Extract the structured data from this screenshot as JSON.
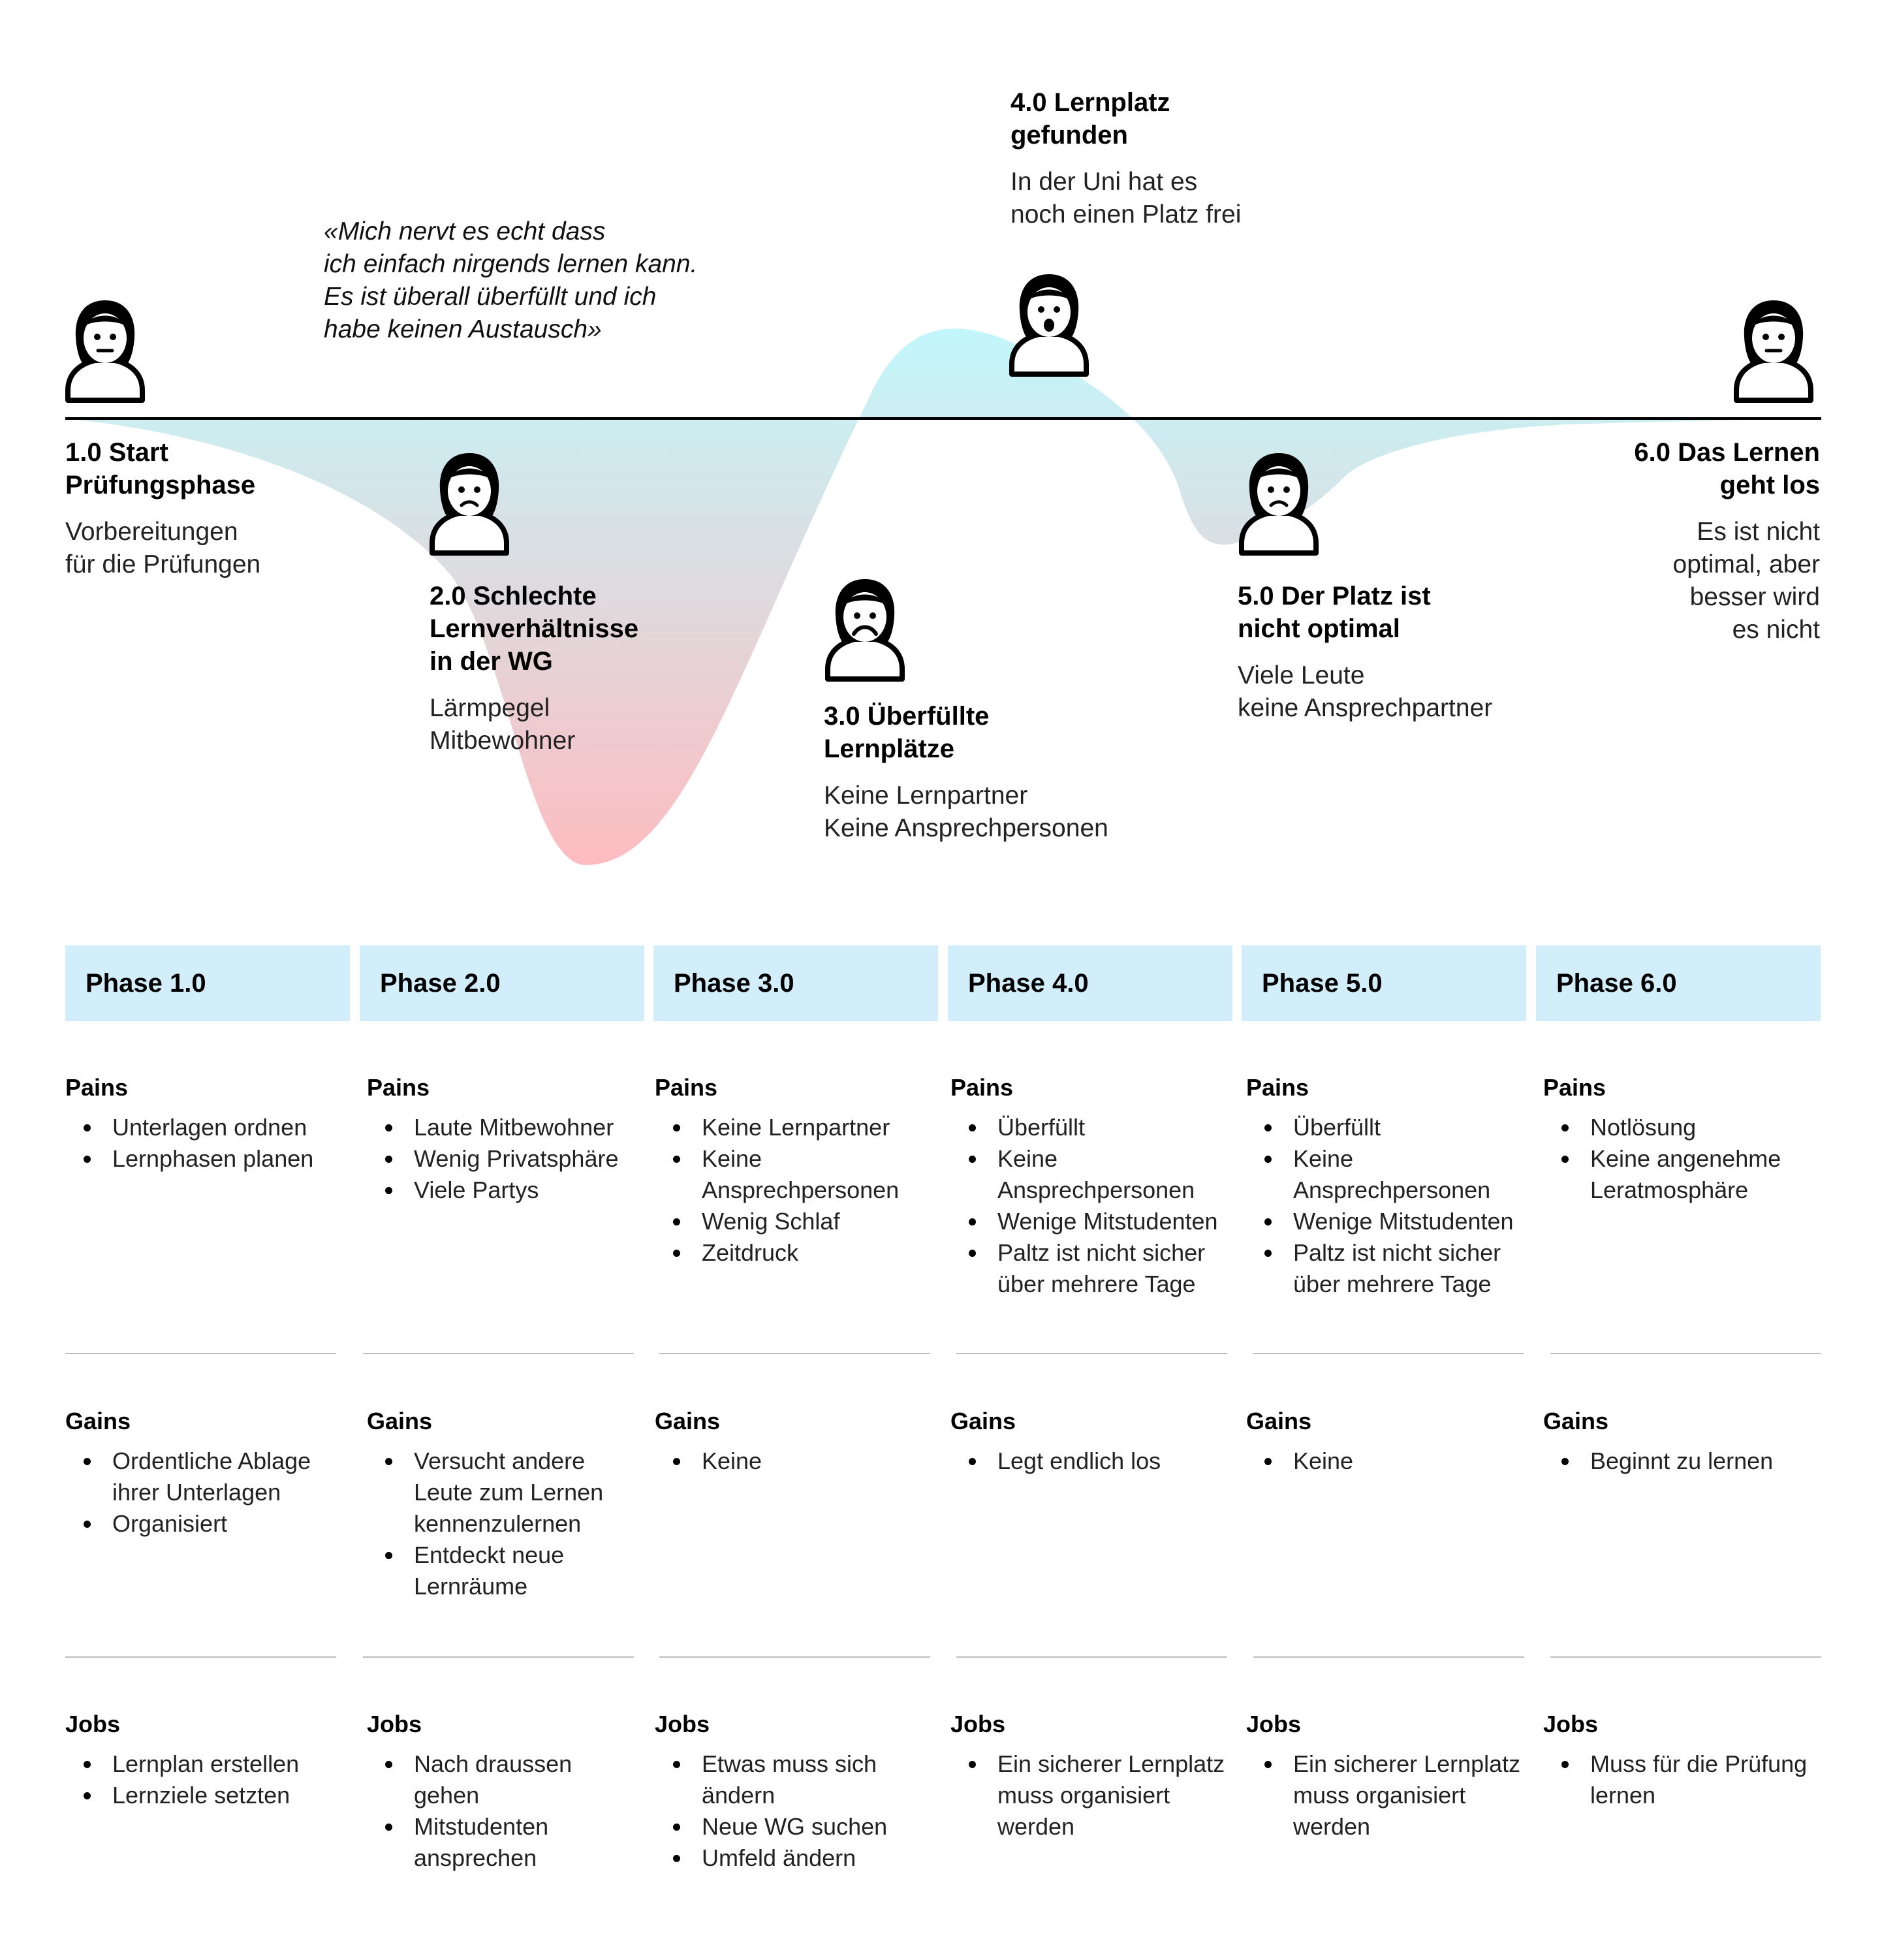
{
  "quote": {
    "lines": [
      "«Mich nervt es echt dass",
      "ich einfach nirgends lernen kann.",
      "Es ist überall überfüllt und ich",
      "habe keinen Austausch»"
    ]
  },
  "stages": [
    {
      "title_lines": [
        "1.0 Start",
        "Prüfungsphase"
      ],
      "desc_lines": [
        "Vorbereitungen",
        "für die Prüfungen"
      ],
      "mood": "neutral",
      "level": 0.05
    },
    {
      "title_lines": [
        "2.0 Schlechte",
        "Lernverhältnisse",
        "in der WG"
      ],
      "desc_lines": [
        "Lärmpegel",
        "Mitbewohner"
      ],
      "mood": "sad",
      "level": -0.9
    },
    {
      "title_lines": [
        "3.0 Überfüllte",
        "Lernplätze"
      ],
      "desc_lines": [
        "Keine Lernpartner",
        "Keine Ansprechpersonen"
      ],
      "mood": "frowning",
      "level": -0.6
    },
    {
      "title_lines": [
        "4.0 Lernplatz",
        "gefunden"
      ],
      "desc_lines": [
        "In der Uni hat es",
        "noch einen Platz frei"
      ],
      "mood": "surprised",
      "level": 0.35
    },
    {
      "title_lines": [
        "5.0 Der Platz ist",
        "nicht optimal"
      ],
      "desc_lines": [
        "Viele Leute",
        "keine Ansprechpartner"
      ],
      "mood": "sad",
      "level": -0.25
    },
    {
      "title_lines": [
        "6.0 Das Lernen",
        "geht los"
      ],
      "desc_lines": [
        "Es ist nicht",
        "optimal, aber",
        "besser wird",
        "es nicht"
      ],
      "mood": "neutral",
      "level": 0.0
    }
  ],
  "colors": {
    "curve_top": "#c2f7fb",
    "curve_bottom": "#fdbcc0",
    "phase_header_bg": "#d2eefb",
    "divider": "#bdbdbd"
  },
  "phases": [
    {
      "label": "Phase 1.0",
      "pains_title": "Pains",
      "pains": [
        "Unterlagen ordnen",
        "Lernphasen planen"
      ],
      "gains_title": "Gains",
      "gains": [
        "Ordentliche Ablage ihrer Unterlagen",
        "Organisiert"
      ],
      "jobs_title": "Jobs",
      "jobs": [
        "Lernplan erstellen",
        "Lernziele setzten"
      ]
    },
    {
      "label": "Phase 2.0",
      "pains_title": "Pains",
      "pains": [
        "Laute Mitbewohner",
        "Wenig Privatsphäre",
        "Viele Partys"
      ],
      "gains_title": "Gains",
      "gains": [
        "Versucht andere Leute zum Lernen kennenzulernen",
        "Entdeckt neue Lernräume"
      ],
      "jobs_title": "Jobs",
      "jobs": [
        "Nach draussen gehen",
        "Mitstudenten ansprechen"
      ]
    },
    {
      "label": "Phase 3.0",
      "pains_title": "Pains",
      "pains": [
        "Keine Lernpartner",
        "Keine Ansprechpersonen",
        "Wenig Schlaf",
        "Zeitdruck"
      ],
      "gains_title": "Gains",
      "gains": [
        "Keine"
      ],
      "jobs_title": "Jobs",
      "jobs": [
        "Etwas muss sich ändern",
        "Neue WG suchen",
        "Umfeld ändern"
      ]
    },
    {
      "label": "Phase 4.0",
      "pains_title": "Pains",
      "pains": [
        "Überfüllt",
        "Keine Ansprechpersonen",
        "Wenige Mitstudenten",
        "Paltz ist nicht sicher über mehrere Tage"
      ],
      "gains_title": "Gains",
      "gains": [
        "Legt endlich los"
      ],
      "jobs_title": "Jobs",
      "jobs": [
        "Ein sicherer Lernplatz muss organisiert werden"
      ]
    },
    {
      "label": "Phase 5.0",
      "pains_title": "Pains",
      "pains": [
        "Überfüllt",
        "Keine Ansprechpersonen",
        "Wenige Mitstudenten",
        "Paltz ist nicht sicher über mehrere Tage"
      ],
      "gains_title": "Gains",
      "gains": [
        "Keine"
      ],
      "jobs_title": "Jobs",
      "jobs": [
        "Ein sicherer Lernplatz muss organisiert werden"
      ]
    },
    {
      "label": "Phase 6.0",
      "pains_title": "Pains",
      "pains": [
        "Notlösung",
        "Keine angenehme Leratmosphäre"
      ],
      "gains_title": "Gains",
      "gains": [
        "Beginnt zu lernen"
      ],
      "jobs_title": "Jobs",
      "jobs": [
        "Muss für die Prüfung lernen"
      ]
    }
  ]
}
